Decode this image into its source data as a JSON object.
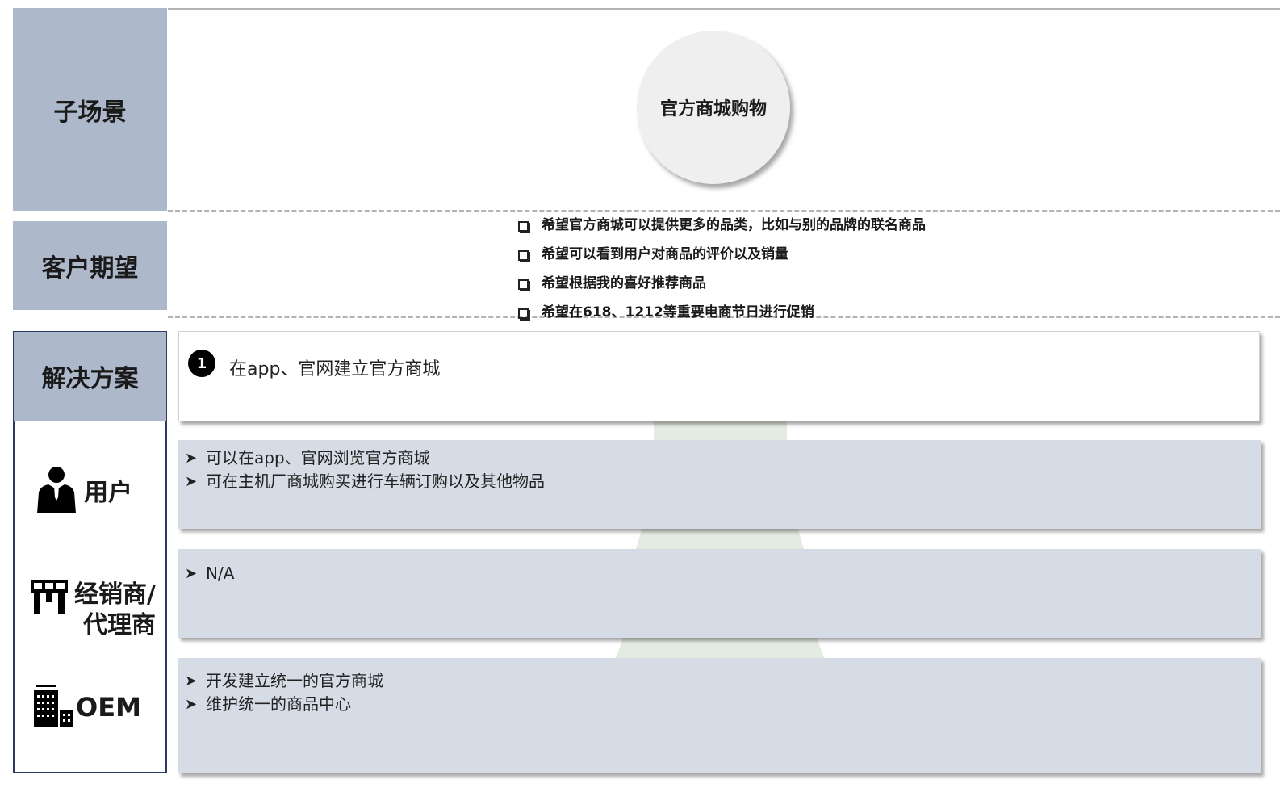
{
  "rows": {
    "sub_scenario_label": "子场景",
    "expectation_label": "客户期望",
    "solution_label": "解决方案"
  },
  "scenario": {
    "circle_text": "官方商城购物"
  },
  "expectations": [
    "希望官方商城可以提供更多的品类，比如与别的品牌的联名商品",
    "希望可以看到用户对商品的评价以及销量",
    "希望根据我的喜好推荐商品",
    "希望在618、1212等重要电商节日进行促销"
  ],
  "solution": {
    "number": "1",
    "text": "在app、官网建立官方商城"
  },
  "roles": {
    "user": {
      "label": "用户",
      "icon": "user-icon",
      "items": [
        "可以在app、官网浏览官方商城",
        "可在主机厂商城购买进行车辆订购以及其他物品"
      ]
    },
    "dealer": {
      "label_line1": "经销商/",
      "label_line2": "代理商",
      "icon": "store-icon",
      "items": [
        "N/A"
      ]
    },
    "oem": {
      "label": "OEM",
      "icon": "building-icon",
      "items": [
        "开发建立统一的官方商城",
        "维护统一的商品中心"
      ]
    }
  },
  "colors": {
    "header_bg": "#aeb8cb",
    "content_box_bg": "#d6dce6",
    "outline": "#2d3b63",
    "funnel": "#e4ebe1"
  }
}
